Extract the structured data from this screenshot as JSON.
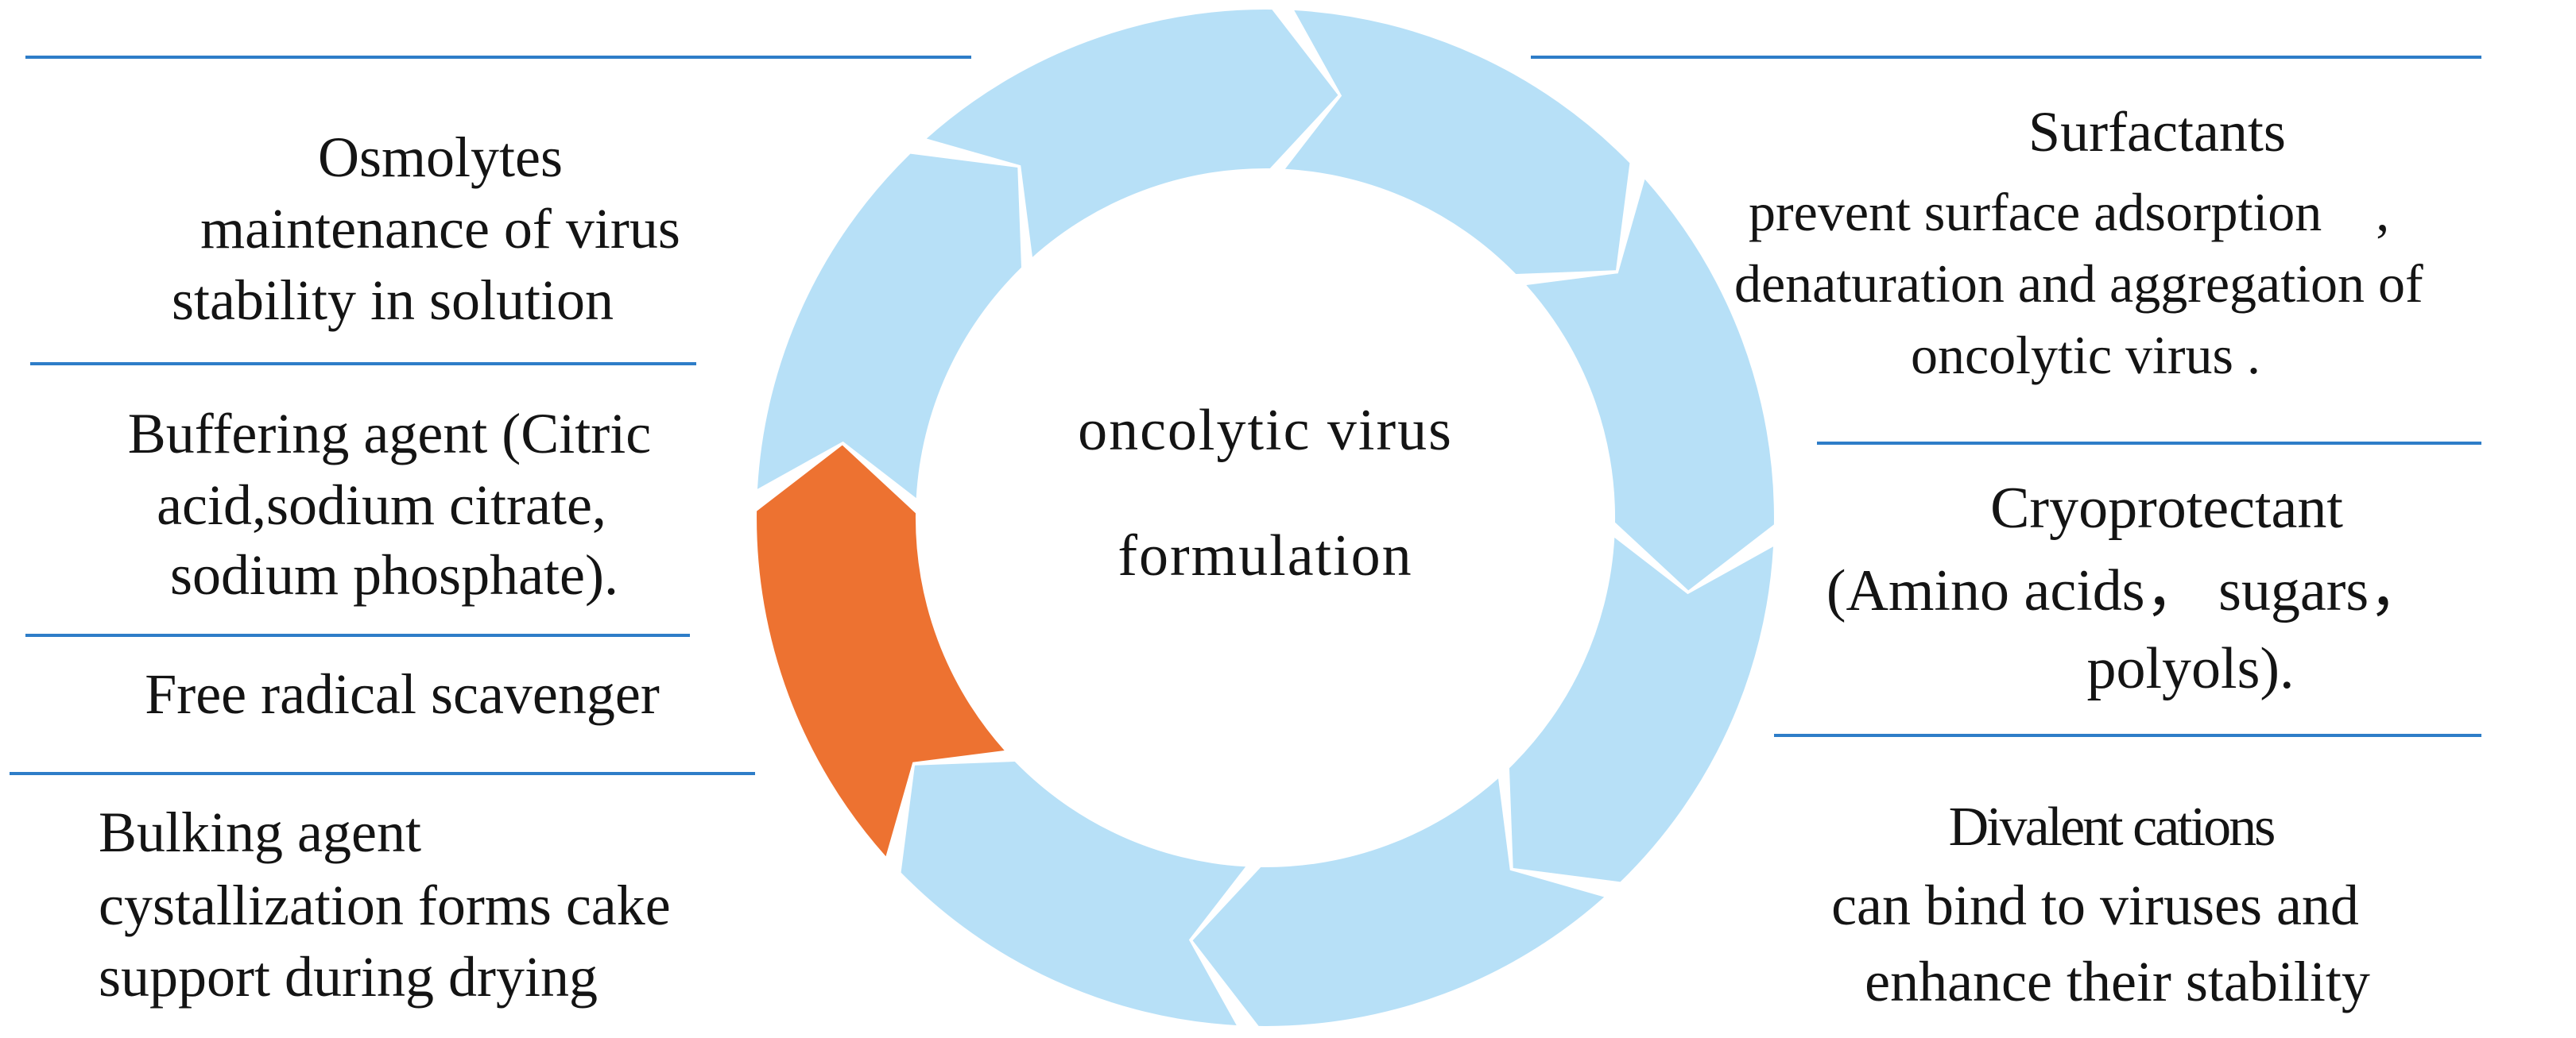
{
  "center": {
    "line1": "oncolytic virus",
    "line2": "formulation"
  },
  "left": {
    "osmolytes": {
      "line1": "Osmolytes",
      "line2": "maintenance of virus",
      "line3": "stability in solution"
    },
    "buffering": {
      "line1": "Buffering agent (Citric",
      "line2": "acid,sodium citrate,",
      "line3": "sodium phosphate)."
    },
    "scavenger": {
      "line1": "Free radical scavenger"
    },
    "bulking": {
      "line1": "Bulking agent",
      "line2": "cystallization forms cake",
      "line3": "support during drying"
    }
  },
  "right": {
    "surfactants": {
      "line1": "Surfactants",
      "line2": "prevent surface adsorption　,",
      "line3": "denaturation and aggregation of",
      "line4": "oncolytic virus ."
    },
    "cryo": {
      "line1": "Cryoprotectant",
      "line2": "(Amino acids， sugars，",
      "line3": "polyols)."
    },
    "divalent": {
      "line1": "Divalent cations",
      "line2": "can bind to viruses and",
      "line3": "enhance their stability"
    }
  },
  "colors": {
    "segment": "#b7e0f7",
    "highlight": "#ed7231",
    "divider": "#2e7dc8"
  }
}
